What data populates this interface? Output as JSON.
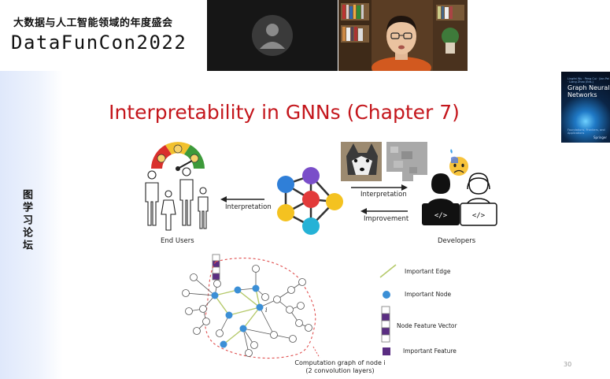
{
  "event": {
    "title_cn": "大数据与人工智能领域的年度盛会",
    "title_en": "DataFunCon2022",
    "forum_cn": "图学习论坛"
  },
  "slide": {
    "title": "Interpretability in GNNs (Chapter 7)",
    "page_number": "30",
    "labels": {
      "interpretation_left": "Interpretation",
      "interpretation_right": "Interpretation",
      "improvement": "Improvement",
      "end_users": "End Users",
      "developers": "Developers"
    },
    "legend": {
      "important_edge": "Important Edge",
      "important_node": "Important Node",
      "node_feature_vector": "Node Feature Vector",
      "important_feature": "Important Feature"
    },
    "caption": {
      "line1": "Computation graph of node i",
      "line2": "(2 convolution layers)"
    },
    "node_label": "i"
  },
  "book": {
    "title": "Graph Neural Networks",
    "small_text": "Lingfei Wu · Peng Cui · Jian Pei · Liang Zhao (Eds.)",
    "tagline": "Foundations, Frontiers, and Applications",
    "publisher": "Springer"
  },
  "colors": {
    "title_red": "#c4161c",
    "node_blue": "#3b8fd6",
    "feature_purple": "#5a2d82",
    "edge_green": "#b5c96a",
    "dashed_red": "#e05050"
  }
}
